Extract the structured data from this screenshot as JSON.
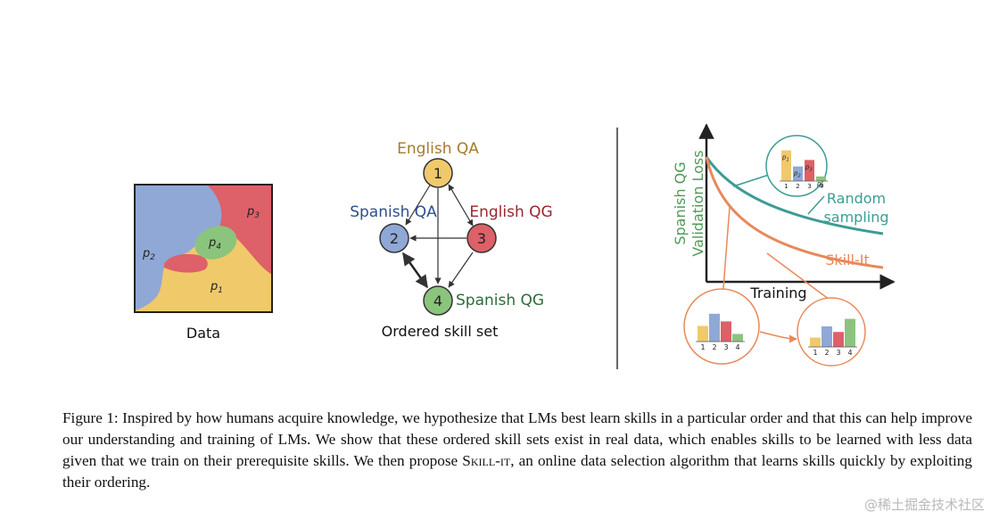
{
  "data_panel": {
    "label": "Data",
    "regions": [
      {
        "label": "p",
        "sub": "1",
        "color": "#f0c96b"
      },
      {
        "label": "p",
        "sub": "2",
        "color": "#8fa8d6"
      },
      {
        "label": "p",
        "sub": "3",
        "color": "#de6068"
      },
      {
        "label": "p",
        "sub": "4",
        "color": "#8bc47c"
      }
    ]
  },
  "skill_graph": {
    "label": "Ordered skill set",
    "nodes": [
      {
        "id": "1",
        "name": "English QA",
        "color": "#f0c96b",
        "text_color": "#a57b2c"
      },
      {
        "id": "2",
        "name": "Spanish QA",
        "color": "#8fa8d6",
        "text_color": "#2c4f8c"
      },
      {
        "id": "3",
        "name": "English QG",
        "color": "#de6068",
        "text_color": "#9c2530"
      },
      {
        "id": "4",
        "name": "Spanish QG",
        "color": "#8bc47c",
        "text_color": "#2f6b3a"
      }
    ]
  },
  "loss_plot": {
    "ylabel_line1": "Spanish QG",
    "ylabel_line2": "Validation Loss",
    "xlabel": "Training",
    "random_line1": "Random",
    "random_line2": "sampling",
    "skillit": "Skill-It",
    "random_color": "#3d9c95",
    "skillit_color": "#e8895a",
    "inset_bar_labels": [
      "1",
      "2",
      "3",
      "4"
    ],
    "top_inset": {
      "p_labels": [
        "p",
        "p",
        "p",
        "p"
      ],
      "p_subs": [
        "1",
        "2",
        "3",
        "4"
      ],
      "values": [
        0.8,
        0.38,
        0.55,
        0.12
      ]
    },
    "left_inset": {
      "values": [
        0.45,
        0.8,
        0.58,
        0.22
      ]
    },
    "right_inset": {
      "values": [
        0.25,
        0.55,
        0.4,
        0.75
      ]
    }
  },
  "caption": {
    "part1": "Figure 1: Inspired by how humans acquire knowledge, we hypothesize that LMs best learn skills in a particular order and that this can help improve our understanding and training of LMs. We show that these ordered skill sets exist in real data, which enables skills to be learned with less data given that we train on their prerequisite skills. We then propose ",
    "method": "Skill-it",
    "part2": ", an online data selection algorithm that learns skills quickly by exploiting their ordering."
  },
  "watermark": "@稀土掘金技术社区"
}
